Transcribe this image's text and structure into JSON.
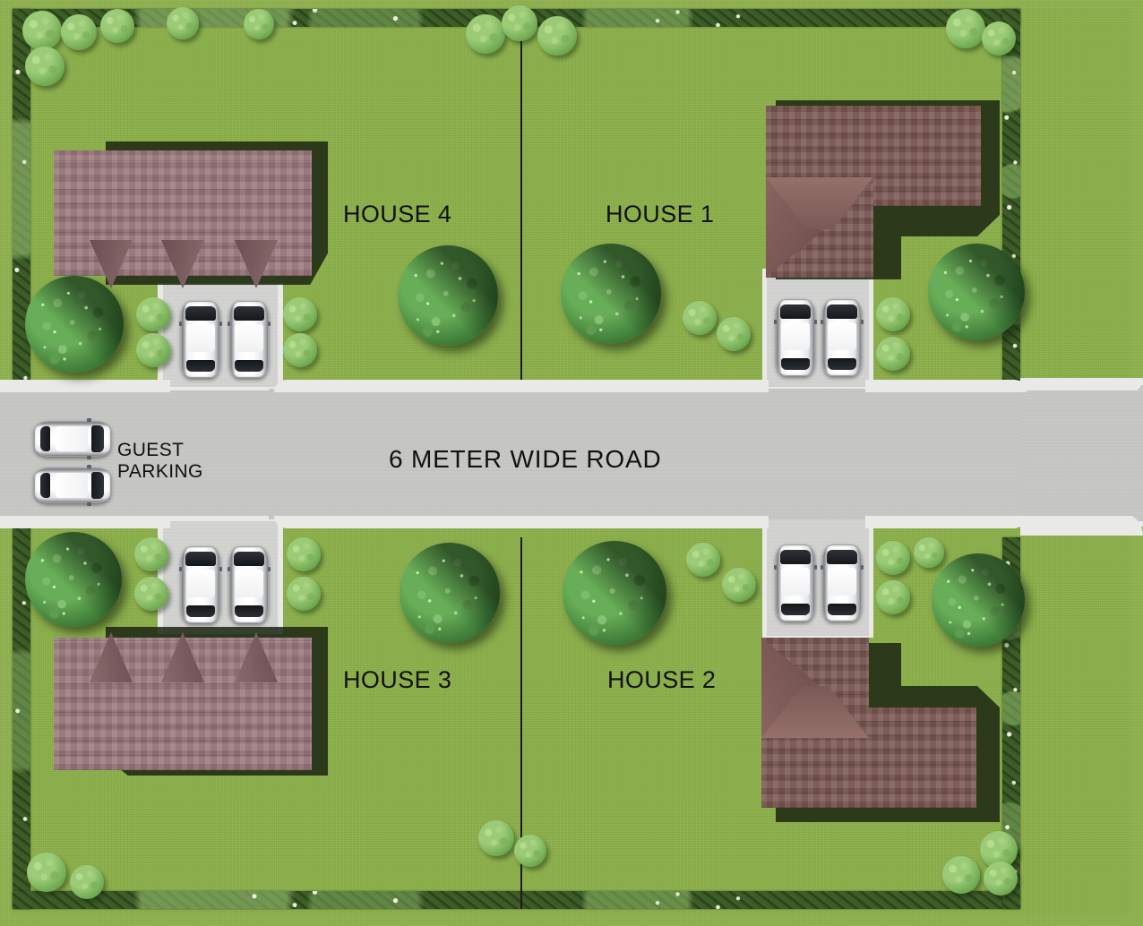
{
  "plan": {
    "title": "6 METER WIDE ROAD",
    "road_label": "6 METER WIDE ROAD",
    "guest_parking_label": "GUEST\nPARKING",
    "guest_parking_line1": "GUEST",
    "guest_parking_line2": "PARKING",
    "houses": [
      {
        "id": "house-4",
        "label": "HOUSE 4",
        "quadrant": "top-left",
        "roof_color": "#9d7b80",
        "parking_spaces": 2
      },
      {
        "id": "house-1",
        "label": "HOUSE 1",
        "quadrant": "top-right",
        "roof_color": "#7d5a55",
        "parking_spaces": 2
      },
      {
        "id": "house-3",
        "label": "HOUSE 3",
        "quadrant": "bottom-left",
        "roof_color": "#9d7b80",
        "parking_spaces": 2
      },
      {
        "id": "house-2",
        "label": "HOUSE 2",
        "quadrant": "bottom-right",
        "roof_color": "#7d5a55",
        "parking_spaces": 2
      }
    ],
    "guest_parking_spaces": 2,
    "colors": {
      "grass": "#8cb148",
      "grass_outer": "#90b34e",
      "hedge": "#33501f",
      "road": "#c6c6c4",
      "curb": "#e9e9e7",
      "driveway": "#d2d2d0",
      "roof_light": "#9d7b80",
      "roof_dark": "#7d5a55",
      "shadow": "#1b2413",
      "tree": "#3f7d38",
      "text": "#111111"
    }
  }
}
